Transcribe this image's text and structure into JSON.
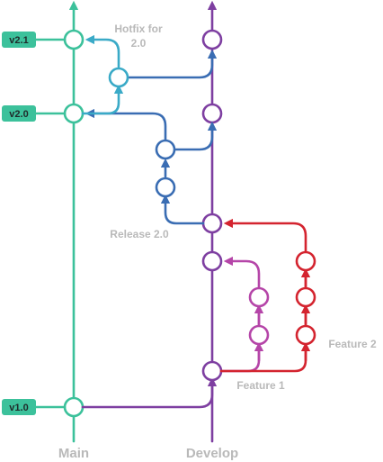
{
  "colors": {
    "main": "#3cc19b",
    "develop": "#7e3fa1",
    "release": "#3a6db3",
    "hotfix": "#3aaac7",
    "feature1": "#b545a8",
    "feature2": "#d4242f",
    "tag_fill": "#3cc19b",
    "label_gray": "#b9b9b9"
  },
  "tags": {
    "v21": "v2.1",
    "v20": "v2.0",
    "v10": "v1.0"
  },
  "lanes": {
    "main": "Main",
    "develop": "Develop"
  },
  "branches": {
    "hotfix_line1": "Hotfix for",
    "hotfix_line2": "2.0",
    "release": "Release 2.0",
    "feature1": "Feature 1",
    "feature2": "Feature 2"
  }
}
